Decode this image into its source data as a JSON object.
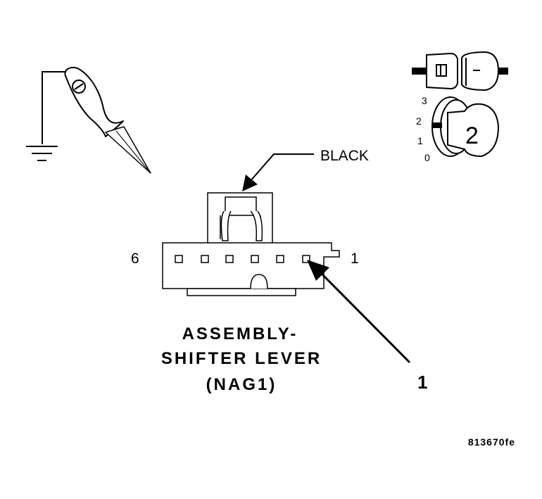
{
  "connector": {
    "color_label": "BLACK",
    "pin_left": "6",
    "pin_right": "1"
  },
  "caption": {
    "line1": "ASSEMBLY-",
    "line2": "SHIFTER LEVER",
    "line3": "(NAG1)"
  },
  "callout": "1",
  "figure_id": "813670fe",
  "position_scale": [
    "3",
    "2",
    "1",
    "0"
  ],
  "knob_number": "2",
  "colors": {
    "ink": "#000000",
    "background": "#ffffff"
  }
}
